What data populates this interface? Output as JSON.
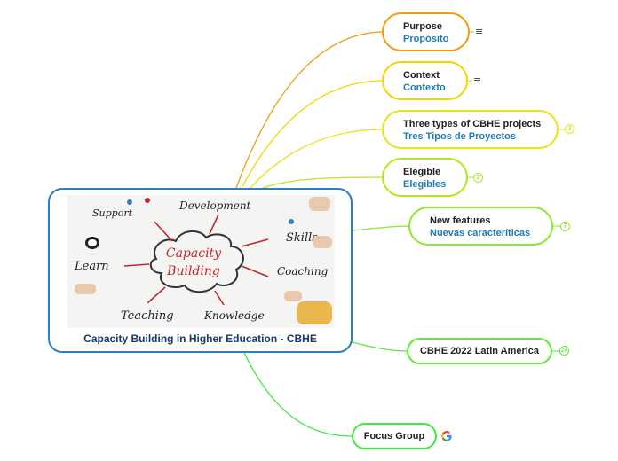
{
  "central": {
    "title": "Capacity Building in Higher Education - CBHE",
    "image_words": [
      "Capacity",
      "Building",
      "Support",
      "Development",
      "Skills",
      "Learn",
      "Coaching",
      "Teaching",
      "Knowledge"
    ]
  },
  "nodes": [
    {
      "id": "purpose",
      "label": "Purpose",
      "sublabel": "Propósito",
      "color": "#f39c12",
      "has_notes": true
    },
    {
      "id": "context",
      "label": "Context",
      "sublabel": "Contexto",
      "color": "#f2d600",
      "has_notes": true
    },
    {
      "id": "three-types",
      "label": "Three types of CBHE projects",
      "sublabel": "Tres Tipos de Proyectos",
      "color": "#e5e51a",
      "badge": "3"
    },
    {
      "id": "elegible",
      "label": "Elegible",
      "sublabel": "Elegibles",
      "color": "#b5e61d",
      "badge": "2"
    },
    {
      "id": "new-features",
      "label": "New features",
      "sublabel": "Nuevas caracteríticas",
      "color": "#8be82a",
      "badge": "7"
    },
    {
      "id": "cbhe-2022",
      "label": "CBHE 2022 Latin America",
      "color": "#5fe83a",
      "badge": "24"
    },
    {
      "id": "focus-group",
      "label": "Focus Group",
      "color": "#3fe83a",
      "link_icon": "google-g-icon"
    }
  ],
  "notes_icon": "≡"
}
